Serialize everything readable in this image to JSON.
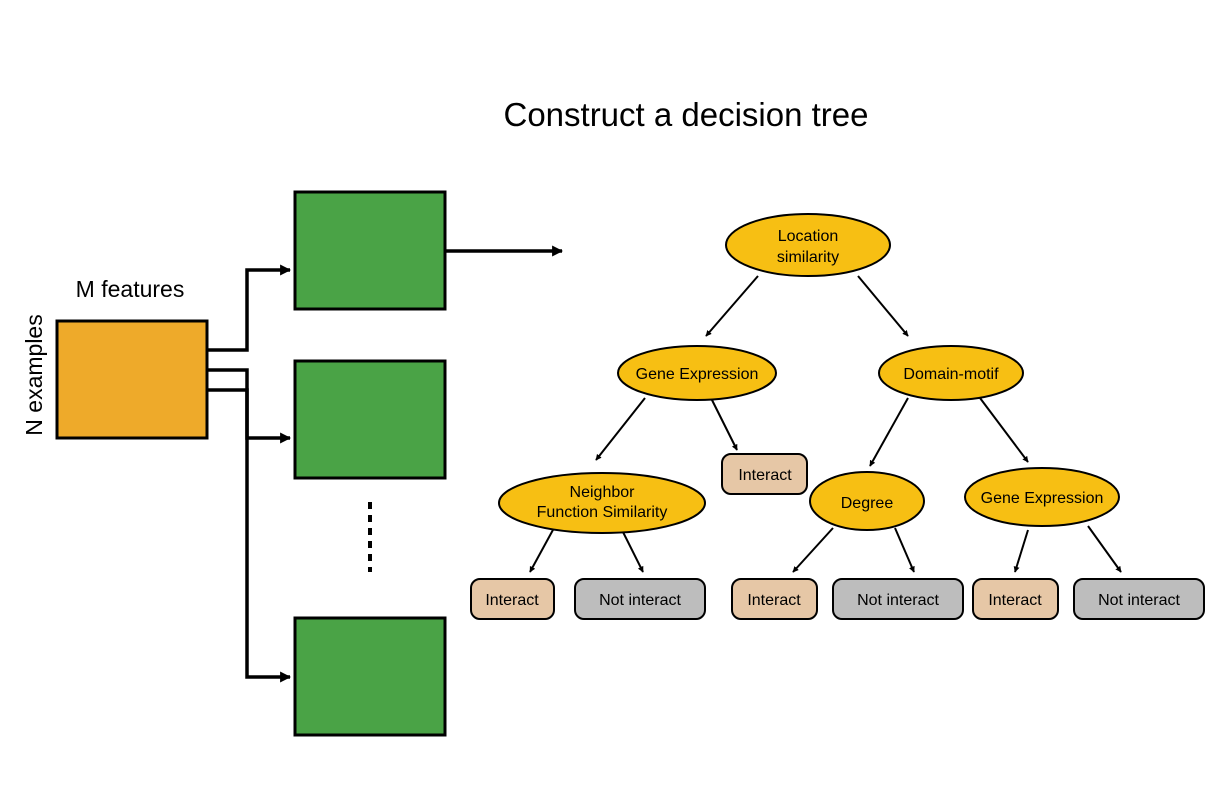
{
  "title": "Construct a decision tree",
  "matrix": {
    "columns_label": "M features",
    "rows_label": "N examples"
  },
  "subsets": {
    "ellipsis": "⋮"
  },
  "tree": {
    "root": {
      "line1": "Location",
      "line2": "similarity"
    },
    "left": {
      "label": "Gene Expression"
    },
    "right": {
      "label": "Domain-motif"
    },
    "left_left": {
      "line1": "Neighbor",
      "line2": "Function Similarity"
    },
    "left_right_leaf": {
      "label": "Interact"
    },
    "right_left": {
      "label": "Degree"
    },
    "right_right": {
      "label": "Gene Expression"
    },
    "leaves": [
      {
        "label": "Interact",
        "class": "interact"
      },
      {
        "label": "Not interact",
        "class": "not-interact"
      },
      {
        "label": "Interact",
        "class": "interact"
      },
      {
        "label": "Not interact",
        "class": "not-interact"
      },
      {
        "label": "Interact",
        "class": "interact"
      },
      {
        "label": "Not interact",
        "class": "not-interact"
      }
    ]
  },
  "colors": {
    "matrix_fill": "#EEAA2A",
    "subset_fill": "#4AA346",
    "node_fill": "#F7BF13",
    "interact_fill": "#E6C7A6",
    "not_interact_fill": "#BDBDBD"
  }
}
